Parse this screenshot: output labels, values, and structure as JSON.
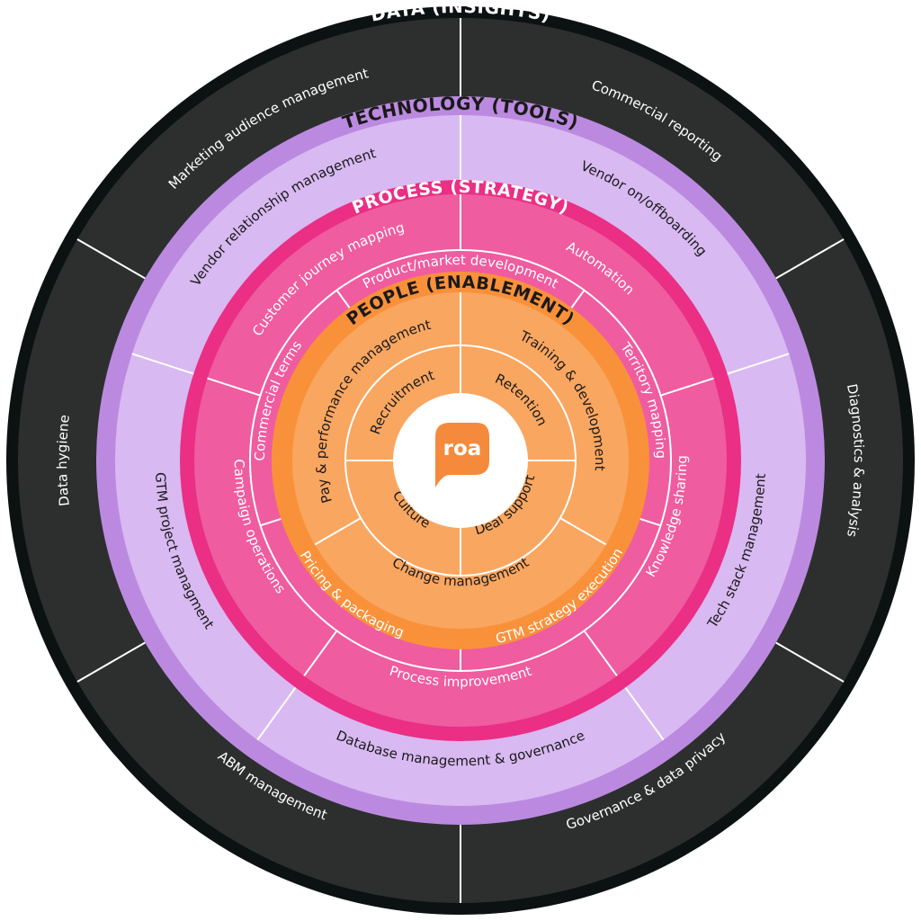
{
  "colors": {
    "outer_rim": "#0c1211",
    "data_seg": "#2d2f2e",
    "data_text": "#ffffff",
    "tech_band": "#bb8ae0",
    "tech_seg": "#d8b9f1",
    "tech_text": "#1a1a1a",
    "process_band": "#ea2f85",
    "process_seg": "#ef5c9f",
    "process_text": "#ffffff",
    "people_band": "#f9913b",
    "people_seg": "#f9a660",
    "people_text": "#1a1a1a",
    "center_bg": "#ffffff",
    "logo": "#f58a3c"
  },
  "data": {
    "title": "DATA (INSIGHTS)",
    "segments": [
      "Commercial reporting",
      "Diagnostics & analysis",
      "Governance & data privacy",
      "ABM management",
      "Data hygiene",
      "Marketing audience management"
    ]
  },
  "technology": {
    "title": "TECHNOLOGY (TOOLS)",
    "segments": [
      "Vendor on/offboarding",
      "Tech stack management",
      "Database management & governance",
      "GTM project managment",
      "Vendor relationship management"
    ]
  },
  "process": {
    "title": "PROCESS (STRATEGY)",
    "segments": [
      "Automation",
      "Territory mapping",
      "Knowledge sharing",
      "GTM strategy execution",
      "Process improvement",
      "Campaign operations",
      "Pricing & packaging",
      "Commercial terms",
      "Product/market development",
      "Customer journey mapping"
    ]
  },
  "people": {
    "title": "PEOPLE (ENABLEMENT)",
    "outer_segments": [
      "Training & development",
      "Change management",
      "Pay & performance management"
    ],
    "inner_segments": [
      "Retention",
      "Deal support",
      "Culture",
      "Recruitment"
    ]
  },
  "logo": {
    "text": "roa"
  }
}
